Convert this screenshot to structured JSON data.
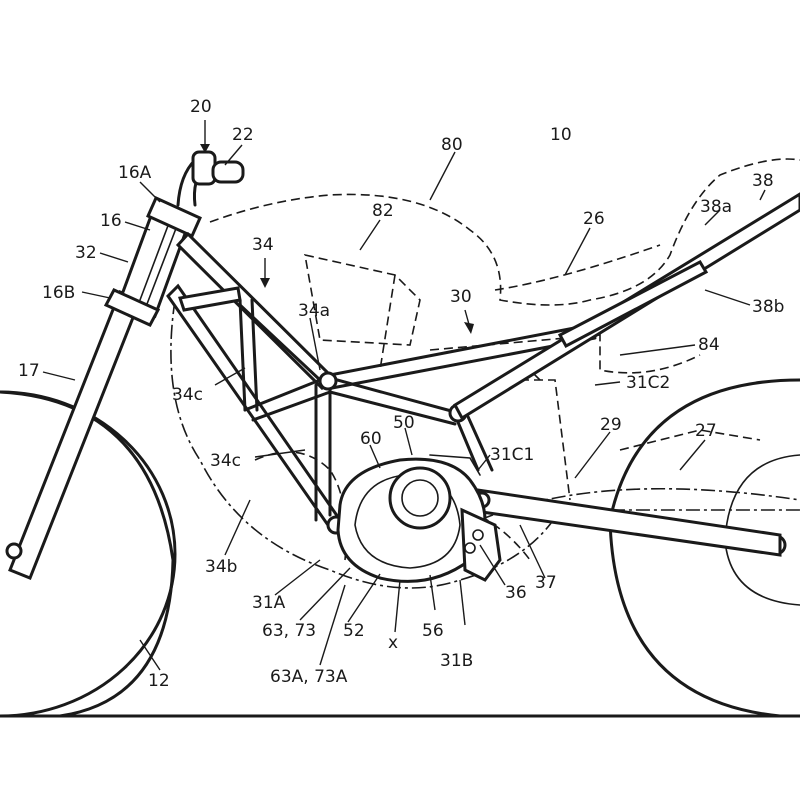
{
  "figure": {
    "title": "Motorcycle frame patent drawing",
    "labels": {
      "l20": "20",
      "l22": "22",
      "l80": "80",
      "l10": "10",
      "l16A": "16A",
      "l38": "38",
      "l38a": "38a",
      "l26": "26",
      "l82": "82",
      "l16": "16",
      "l32": "32",
      "l34": "34",
      "l30": "30",
      "l38b": "38b",
      "l16B": "16B",
      "l34a": "34a",
      "l84": "84",
      "l17": "17",
      "l34c_1": "34c",
      "l31C2": "31C2",
      "l29": "29",
      "l27": "27",
      "l60": "60",
      "l50": "50",
      "l31C1": "31C1",
      "l34c_2": "34c",
      "l34b": "34b",
      "l31A": "31A",
      "l36": "36",
      "l37": "37",
      "l63_73": "63, 73",
      "l52": "52",
      "l56": "56",
      "l31B": "31B",
      "lx": "x",
      "l12": "12",
      "l63A_73A": "63A, 73A"
    }
  }
}
